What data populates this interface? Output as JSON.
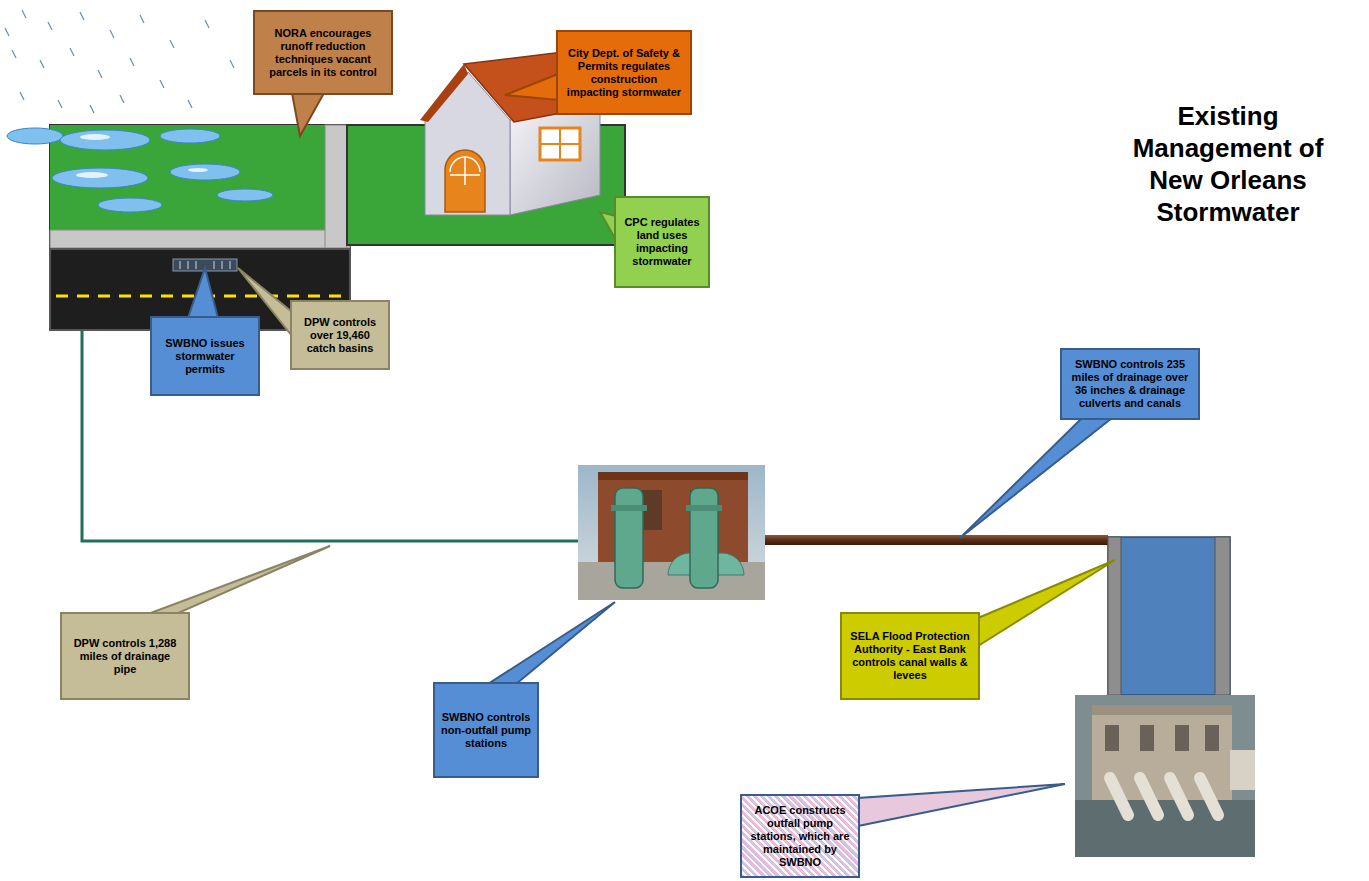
{
  "diagram": {
    "title": "Existing Management of New Orleans Stormwater",
    "nodes": [
      {
        "text": [
          "NORA encourages runoff reduction techniques vacant parcels in its control"
        ]
      },
      {
        "text": [
          "City Dept. of Safety & Permits regulates construction impacting stormwater"
        ]
      },
      {
        "text": [
          "CPC regulates land uses impacting stormwater"
        ]
      },
      {
        "text": [
          "SWBNO issues stormwater permits"
        ]
      },
      {
        "text": [
          "DPW controls over 19,460 catch basins"
        ]
      },
      {
        "text": [
          "SWBNO controls 235 miles of drainage over 36 inches & drainage culverts and canals"
        ]
      },
      {
        "text": [
          "SELA Flood Protection Authority - East Bank controls canal walls & levees"
        ]
      },
      {
        "text": [
          "DPW controls 1,288 miles of drainage pipe"
        ]
      },
      {
        "text": [
          "SWBNO controls non-outfall pump stations"
        ]
      },
      {
        "text": [
          "ACOE constructs outfall pump stations, which are maintained by SWBNO"
        ]
      }
    ]
  }
}
